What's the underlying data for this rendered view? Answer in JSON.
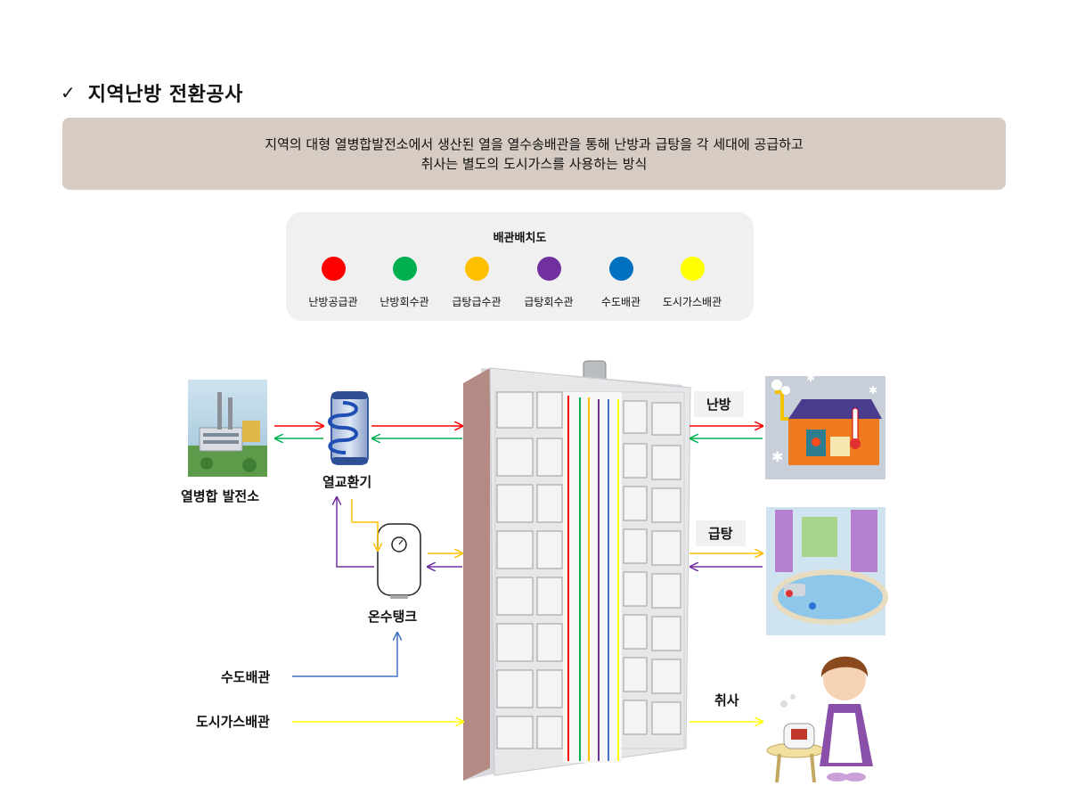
{
  "header": {
    "check_symbol": "✓",
    "title": "지역난방 전환공사"
  },
  "description": {
    "line1": "지역의 대형 열병합발전소에서 생산된 열을 열수송배관을 통해 난방과 급탕을 각 세대에 공급하고",
    "line2": "취사는 별도의 도시가스를 사용하는 방식"
  },
  "legend": {
    "title": "배관배치도",
    "items": [
      {
        "label": "난방공급관",
        "color": "#ff0000"
      },
      {
        "label": "난방회수관",
        "color": "#00b050"
      },
      {
        "label": "급탕급수관",
        "color": "#ffc000"
      },
      {
        "label": "급탕회수관",
        "color": "#7030a0"
      },
      {
        "label": "수도배관",
        "color": "#0070c0"
      },
      {
        "label": "도시가스배관",
        "color": "#ffff00"
      }
    ]
  },
  "diagram": {
    "power_plant": "열병합 발전소",
    "heat_exchanger": "열교환기",
    "hot_water_tank": "온수탱크",
    "water_pipe": "수도배관",
    "gas_pipe": "도시가스배관",
    "heating": "난방",
    "hot_water": "급탕",
    "cooking": "취사"
  }
}
